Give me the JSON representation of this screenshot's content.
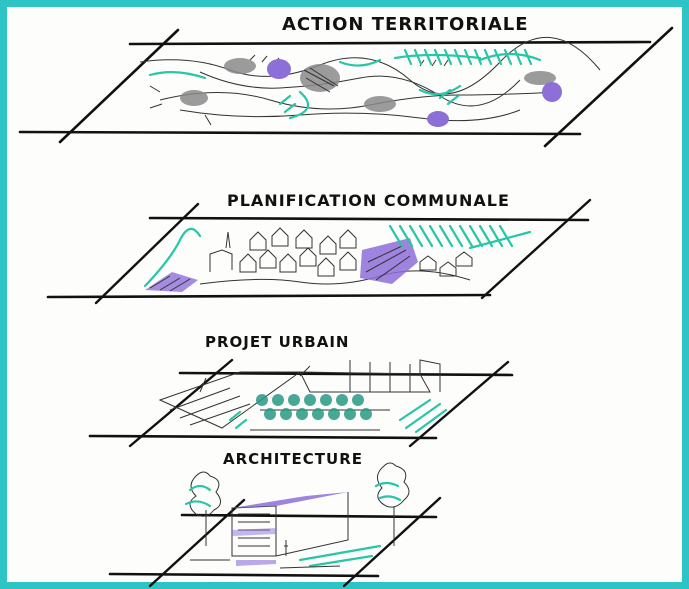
{
  "layers": [
    {
      "id": "action",
      "title": "ACTION TERRITORIALE"
    },
    {
      "id": "planning",
      "title": "PLANIFICATION COMMUNALE"
    },
    {
      "id": "urban",
      "title": "PROJET URBAIN"
    },
    {
      "id": "architecture",
      "title": "ARCHITECTURE"
    }
  ],
  "colors": {
    "frame": "#2ec4c6",
    "accent_cyan": "#27c6a6",
    "accent_purple": "#8d6fd8",
    "ink": "#111111"
  }
}
